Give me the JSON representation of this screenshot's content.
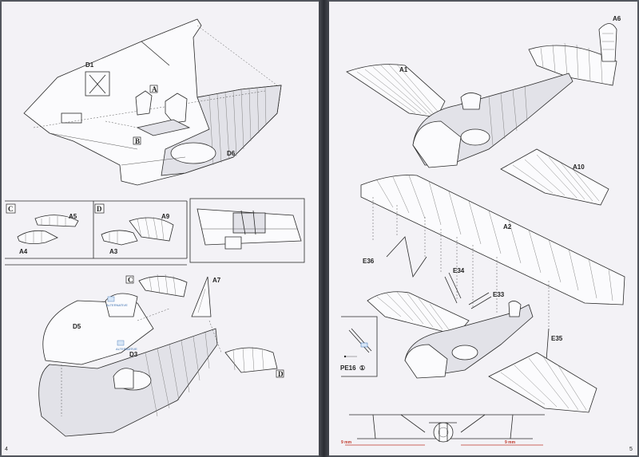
{
  "left_page": {
    "page_number": "4",
    "part_labels": {
      "d1": "D1",
      "d6": "D6",
      "a5": "A5",
      "a4": "A4",
      "a9": "A9",
      "a3": "A3",
      "a7": "A7",
      "d5": "D5",
      "d3": "D3"
    },
    "step_markers": {
      "a": "A",
      "b": "B",
      "c": "C",
      "d": "D",
      "c2": "C",
      "d2": "D"
    },
    "alt_notes": [
      "ALTERNATIVE",
      "ALTERNATIVE"
    ]
  },
  "right_page": {
    "page_number": "5",
    "part_labels": {
      "a1": "A1",
      "a6": "A6",
      "a10": "A10",
      "a2": "A2",
      "e36": "E36",
      "e34": "E34",
      "e33": "E33",
      "e35": "E35",
      "pe16": "PE16"
    },
    "pe_marker": "①",
    "dimension_left": "9 mm",
    "dimension_right": "9 mm"
  },
  "colors": {
    "paper": "#f3f2f6",
    "ink": "#2a2a2a",
    "note_blue": "#3a6fb0",
    "dimension_red": "#c0392b"
  }
}
